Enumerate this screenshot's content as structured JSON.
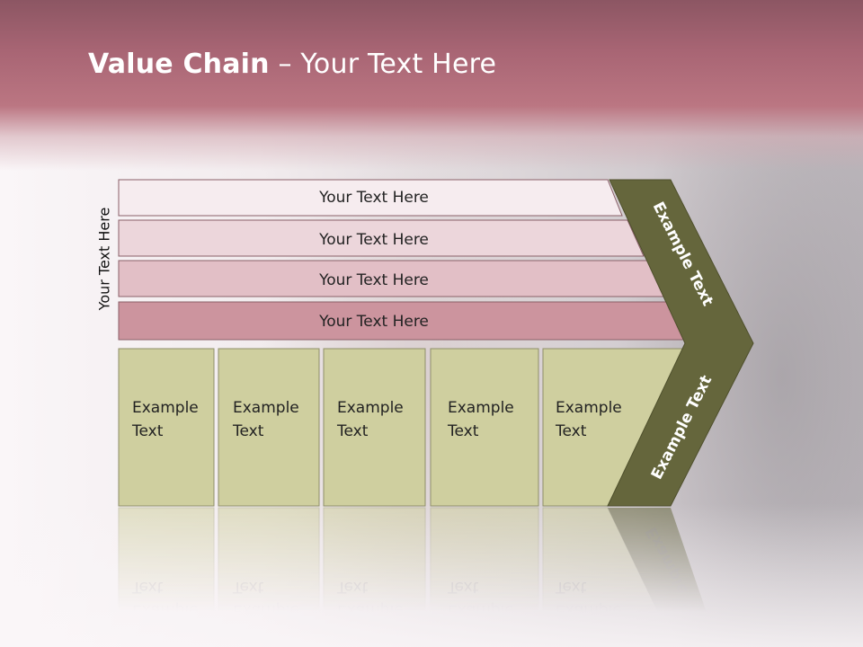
{
  "title": {
    "bold": "Value Chain",
    "rest": " – Your Text Here"
  },
  "side_label": "Your Text Here",
  "bars": [
    {
      "label": "Your Text Here",
      "color": "#f6ecef"
    },
    {
      "label": "Your Text Here",
      "color": "#ecd6db"
    },
    {
      "label": "Your Text Here",
      "color": "#e2bfc6"
    },
    {
      "label": "Your Text Here",
      "color": "#cc949e"
    }
  ],
  "columns": [
    {
      "line1": "Example",
      "line2": "Text"
    },
    {
      "line1": "Example",
      "line2": "Text"
    },
    {
      "line1": "Example",
      "line2": "Text"
    },
    {
      "line1": "Example",
      "line2": "Text"
    },
    {
      "line1": "Example",
      "line2": "Text"
    }
  ],
  "chevron": {
    "top_label": "Example Text",
    "bottom_label": "Example Text",
    "color": "#65663c"
  },
  "colors": {
    "column_fill": "#cfcf9f",
    "title_band": "#b06c7a"
  }
}
